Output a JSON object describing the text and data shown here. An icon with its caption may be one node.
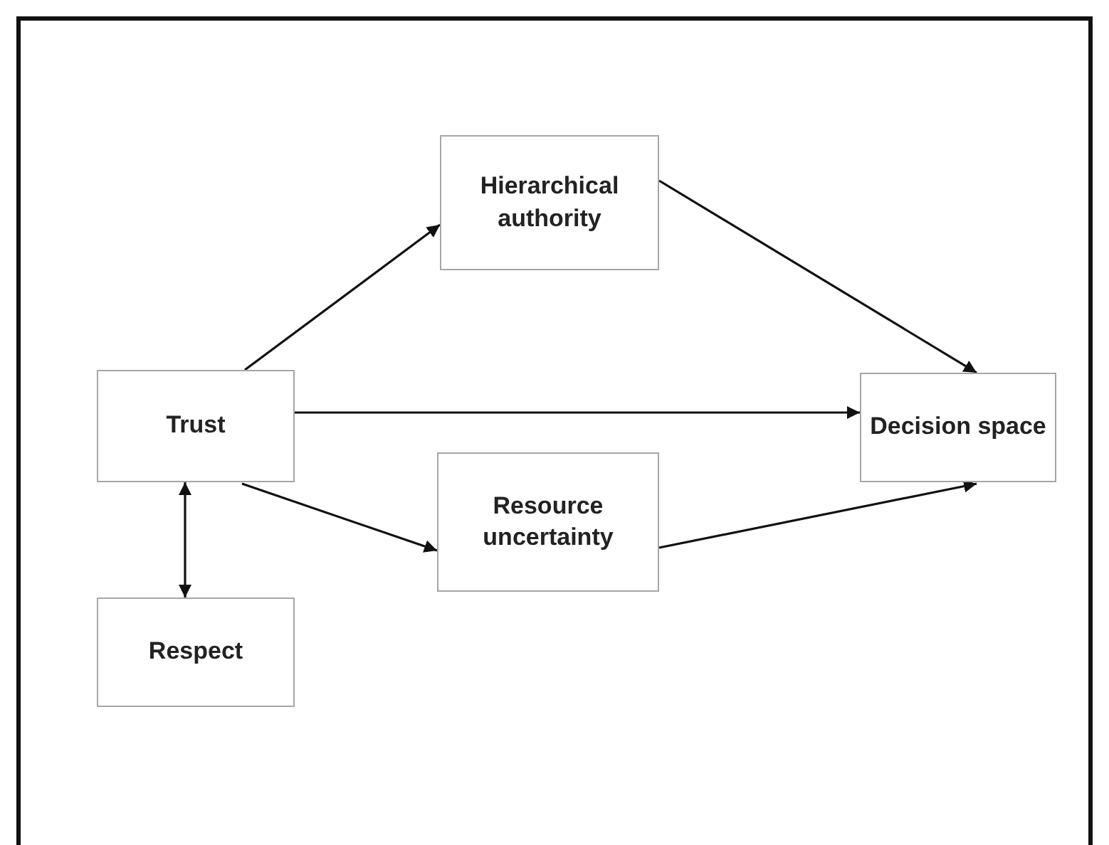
{
  "diagram": {
    "nodes": [
      {
        "text": [
          "Hierarchical authority"
        ]
      },
      {
        "text": [
          "Trust"
        ]
      },
      {
        "text": [
          "Decision space"
        ]
      },
      {
        "text": [
          "Resource uncertainty"
        ]
      },
      {
        "text": [
          "Respect"
        ]
      }
    ],
    "edges": [
      {
        "from": 1,
        "to": 0,
        "arrow": "to"
      },
      {
        "from": 0,
        "to": 2,
        "arrow": "to"
      },
      {
        "from": 1,
        "to": 2,
        "arrow": "to"
      },
      {
        "from": 1,
        "to": 3,
        "arrow": "to"
      },
      {
        "from": 3,
        "to": 2,
        "arrow": "to"
      },
      {
        "from": 1,
        "to": 4,
        "arrow": "both"
      }
    ]
  }
}
